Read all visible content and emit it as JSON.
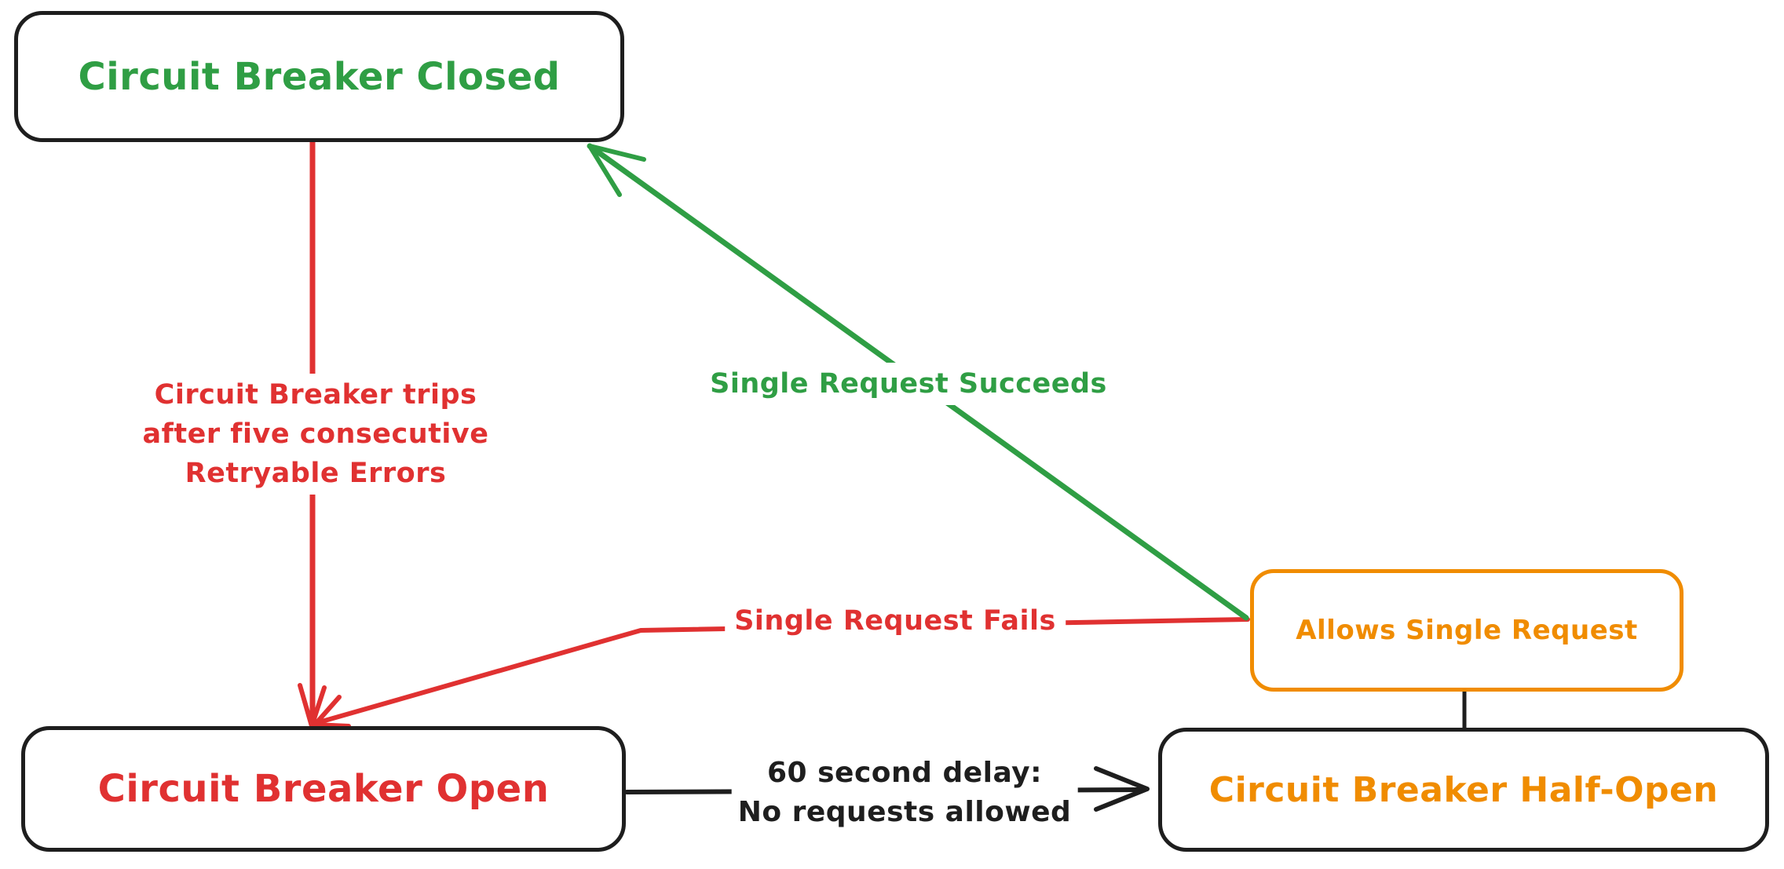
{
  "title": "Circuit Breaker state diagram",
  "colors": {
    "green": "#2f9e44",
    "red": "#e03131",
    "orange": "#f08c00",
    "ink": "#1e1e1e",
    "background": "#ffffff"
  },
  "nodes": {
    "closed": {
      "label": "Circuit Breaker Closed",
      "text_color": "#2f9e44",
      "border_color": "#1e1e1e"
    },
    "open": {
      "label": "Circuit Breaker Open",
      "text_color": "#e03131",
      "border_color": "#1e1e1e"
    },
    "half_open": {
      "label": "Circuit Breaker Half-Open",
      "text_color": "#f08c00",
      "border_color": "#1e1e1e"
    },
    "allows": {
      "label": "Allows Single Request",
      "text_color": "#f08c00",
      "border_color": "#f08c00"
    }
  },
  "edges": {
    "trip": {
      "from": "closed",
      "to": "open",
      "color": "#e03131",
      "label_line1": "Circuit Breaker trips",
      "label_line2": "after five consecutive",
      "label_line3": "Retryable Errors"
    },
    "success": {
      "from": "allows",
      "to": "closed",
      "color": "#2f9e44",
      "label": "Single Request Succeeds"
    },
    "fail": {
      "from": "allows",
      "to": "open",
      "color": "#e03131",
      "label": "Single Request Fails"
    },
    "delay": {
      "from": "open",
      "to": "half_open",
      "color": "#1e1e1e",
      "label_line1": "60 second delay:",
      "label_line2": "No requests allowed"
    },
    "connector": {
      "from": "half_open",
      "to": "allows",
      "color": "#1e1e1e",
      "label": ""
    }
  }
}
